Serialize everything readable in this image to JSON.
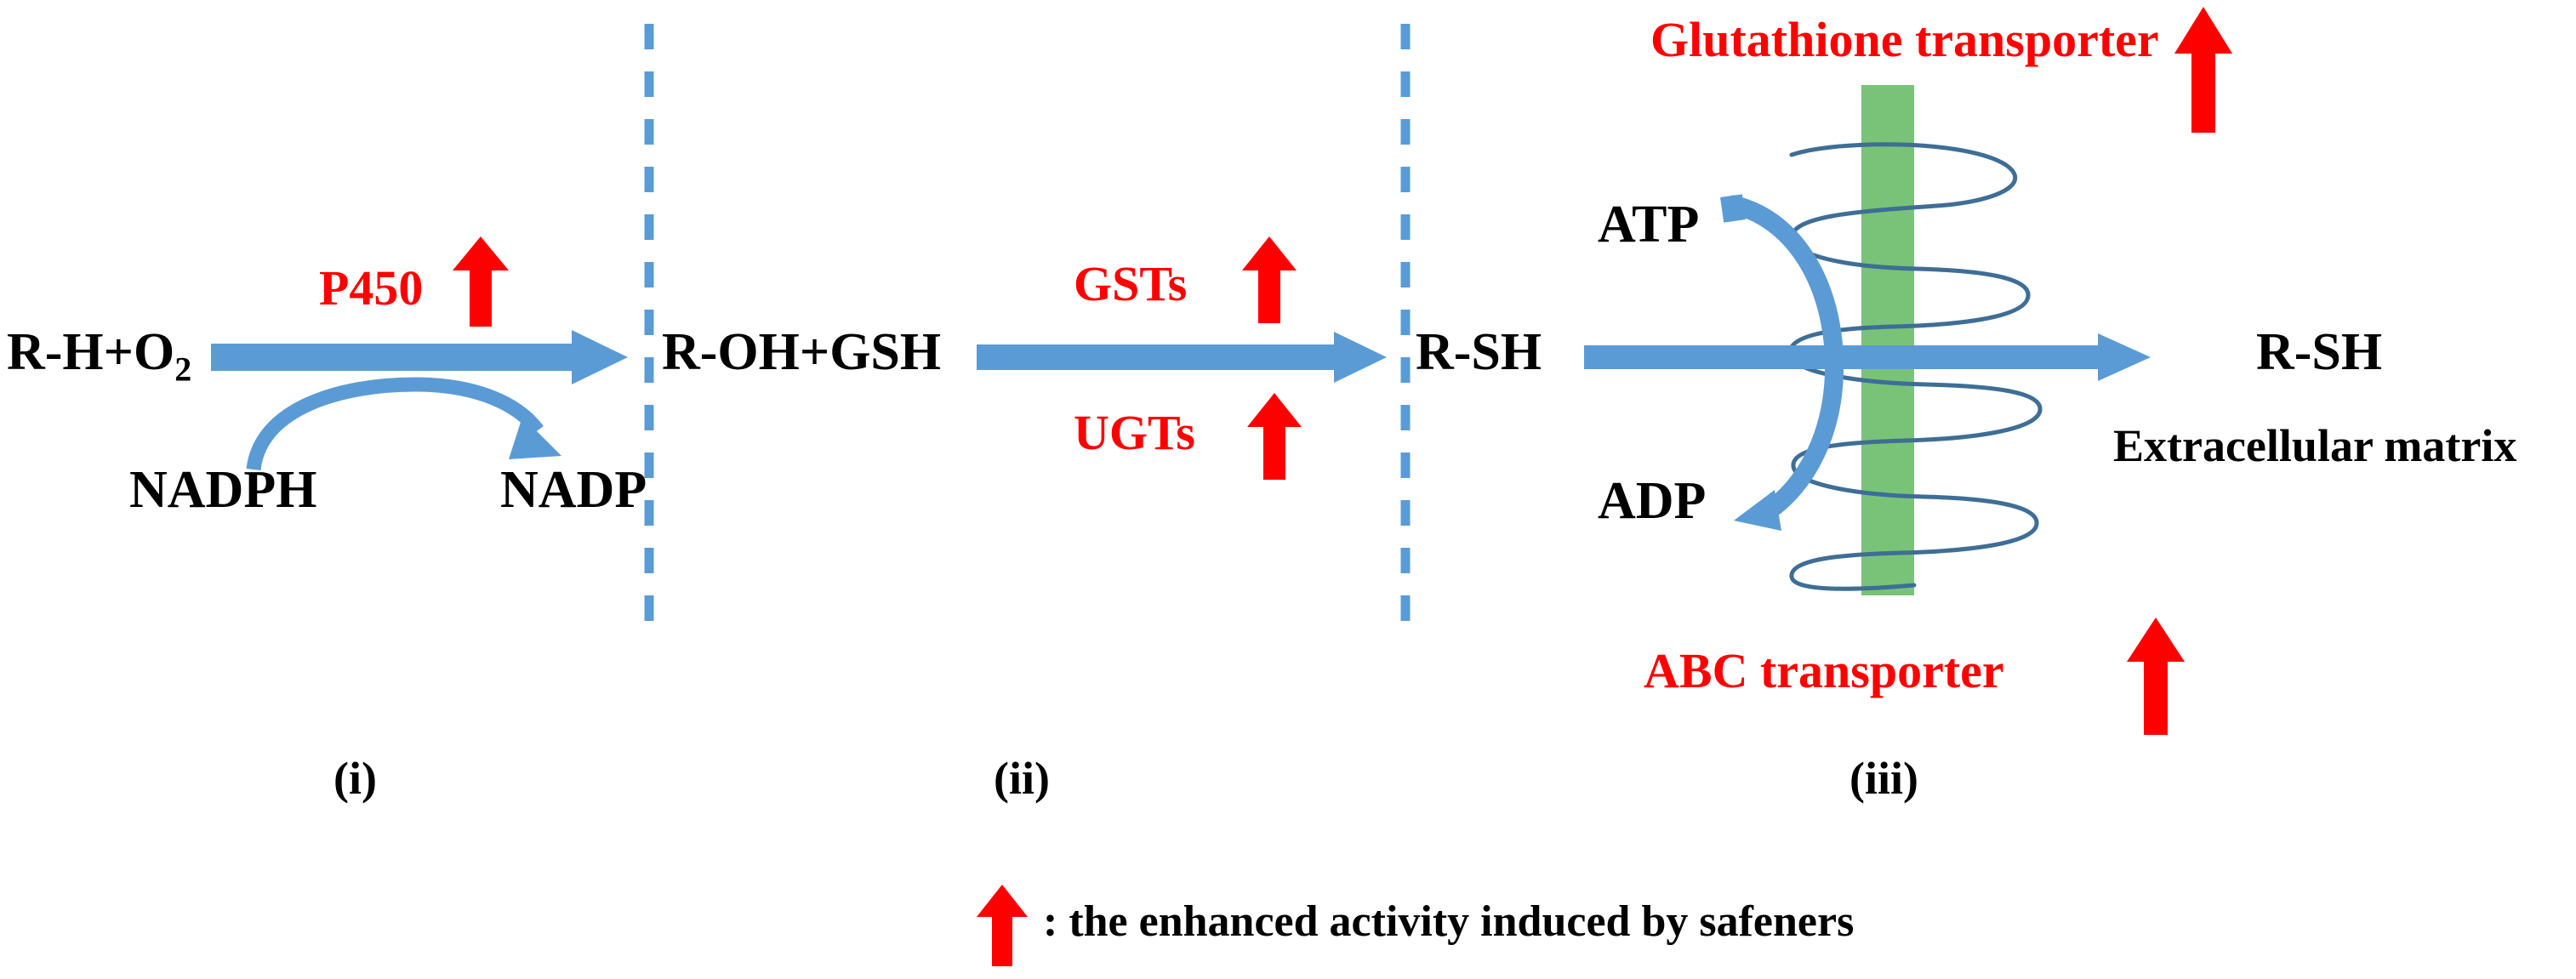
{
  "figure": {
    "title_visible": false,
    "colors": {
      "arrow_blue": "#5B9BD5",
      "enzyme_red": "#FF0000",
      "membrane_green": "#79C379",
      "divider_blue": "#5B9BD5",
      "coil_blue": "#3E6E96",
      "text_black": "#000000",
      "background": "#FFFFFF"
    }
  },
  "sections": [
    {
      "id": "i",
      "roman_label": "(i)",
      "substrate": "R-H+O",
      "substrate_subscript": "2",
      "enzyme": "P450",
      "enzyme_has_up_arrow": true,
      "cofactor_in": "NADPH",
      "cofactor_out": "NADP"
    },
    {
      "id": "ii",
      "roman_label": "(ii)",
      "substrate": "R-OH+GSH",
      "enzymes": [
        {
          "label": "GSTs",
          "has_up_arrow": true
        },
        {
          "label": "UGTs",
          "has_up_arrow": true
        }
      ]
    },
    {
      "id": "iii",
      "roman_label": "(iii)",
      "substrate": "R-SH",
      "product": "R-SH",
      "compartment_label": "Extracellular matrix",
      "transporters": [
        {
          "label": "Glutathione transporter",
          "has_up_arrow": true,
          "position": "top"
        },
        {
          "label": "ABC transporter",
          "has_up_arrow": true,
          "position": "bottom"
        }
      ],
      "energy_in": "ATP",
      "energy_out": "ADP"
    }
  ],
  "legend": {
    "symbol": "red-up-arrow",
    "text": ": the enhanced activity induced by safeners"
  }
}
